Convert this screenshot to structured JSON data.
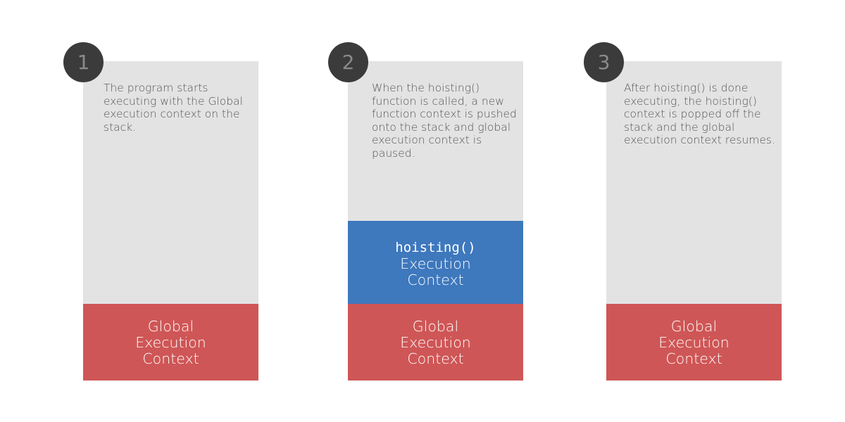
{
  "steps": [
    {
      "number": "1",
      "description": "The program starts executing with the Global execution context on the stack.",
      "frames": {
        "global": [
          "Global",
          "Execution",
          "Context"
        ]
      }
    },
    {
      "number": "2",
      "description": "When the hoisting() function is called, a new function context is pushed onto the stack and global execution context is paused.",
      "frames": {
        "function": [
          "hoisting()",
          "Execution",
          "Context"
        ],
        "global": [
          "Global",
          "Execution",
          "Context"
        ]
      }
    },
    {
      "number": "3",
      "description": "After hoisting() is done executing, the hoisting() context is popped off the stack and the global execution context resumes.",
      "frames": {
        "global": [
          "Global",
          "Execution",
          "Context"
        ]
      }
    }
  ],
  "colors": {
    "panel_background": "#e3e3e3",
    "global_context": "#cf5656",
    "function_context": "#3e78bd",
    "badge": "#3b3b3b"
  }
}
